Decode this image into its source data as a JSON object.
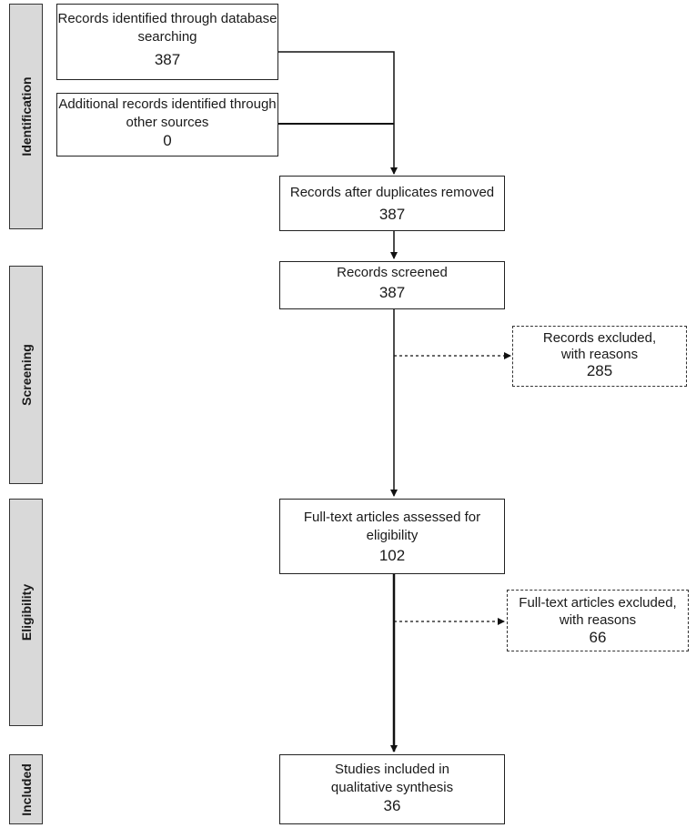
{
  "phases": {
    "identification": "Identification",
    "screening": "Screening",
    "eligibility": "Eligibility",
    "included": "Included"
  },
  "boxes": {
    "database": {
      "label": "Records identified through database searching",
      "count": "387"
    },
    "other_sources": {
      "label": "Additional records identified through other sources",
      "count": "0"
    },
    "duplicates_removed": {
      "label": "Records after duplicates removed",
      "count": "387"
    },
    "screened": {
      "label": "Records screened",
      "count": "387"
    },
    "excluded": {
      "label": "Records excluded, with reasons",
      "count": "285"
    },
    "fulltext_assessed": {
      "label": "Full-text articles assessed for eligibility",
      "count": "102"
    },
    "fulltext_excluded": {
      "label": "Full-text articles excluded, with reasons",
      "count": "66"
    },
    "included": {
      "label": "Studies included in qualitative synthesis",
      "count": "36"
    }
  }
}
